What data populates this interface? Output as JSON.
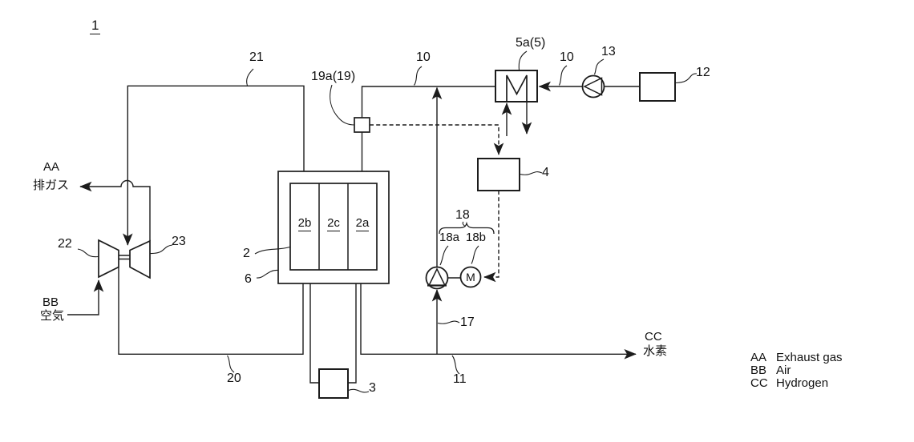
{
  "figure": {
    "number": "1"
  },
  "colors": {
    "line": "#1c1c1c",
    "background": "#ffffff"
  },
  "labels": {
    "line21": "21",
    "line20": "20",
    "line10a": "10",
    "line10b": "10",
    "line17": "17",
    "line11": "11",
    "fuel_cell": "2",
    "enclosure": "6",
    "bottom_unit": "3",
    "control_unit": "4",
    "heat_exchanger": "5a(5)",
    "supply_tank": "12",
    "feed_pump": "13",
    "compressor": "22",
    "turbine": "23",
    "branch_unit": "19a(19)",
    "pump_group": "18",
    "recirc_pump": "18a",
    "motor": "18b",
    "motor_symbol": "M",
    "cell_left": "2b",
    "cell_mid": "2c",
    "cell_right": "2a"
  },
  "streams": {
    "exhaust_code": "AA",
    "exhaust_jp": "排ガス",
    "air_code": "BB",
    "air_jp": "空気",
    "hydrogen_code": "CC",
    "hydrogen_jp": "水素"
  },
  "legend": {
    "rows": [
      {
        "code": "AA",
        "desc": "Exhaust gas"
      },
      {
        "code": "BB",
        "desc": "Air"
      },
      {
        "code": "CC",
        "desc": "Hydrogen"
      }
    ]
  }
}
